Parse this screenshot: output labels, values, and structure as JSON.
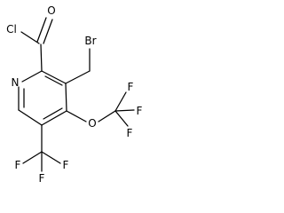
{
  "molecule": {
    "atoms": {
      "cl": "Cl",
      "o_carbonyl": "O",
      "br": "Br",
      "n_ring": "N",
      "o_ether": "O",
      "f1": "F",
      "f2": "F",
      "f3": "F",
      "f4": "F",
      "f5": "F",
      "f6": "F"
    }
  }
}
